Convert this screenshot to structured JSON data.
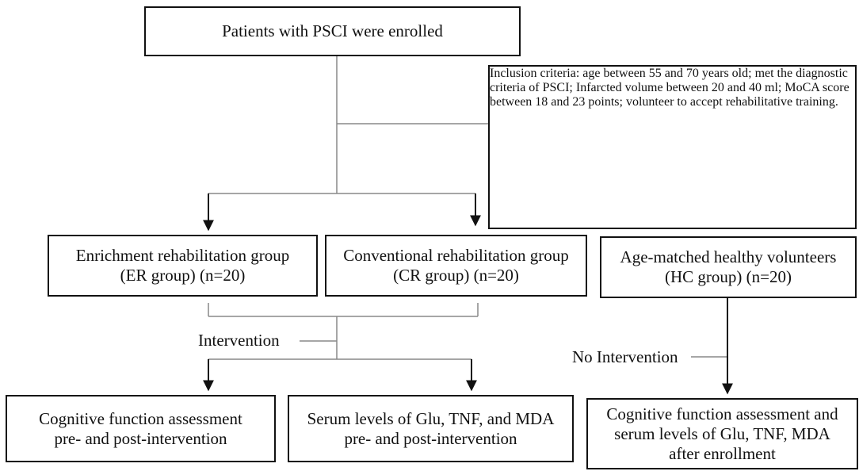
{
  "top_box": {
    "text": "Patients with PSCI were enrolled"
  },
  "criteria": {
    "title": "Inclusion criteria:",
    "items": [
      "age between 55 and 70 years old;",
      "met the diagnostic criteria of PSCI;",
      "Infarcted volume between 20 and 40 ml;",
      "MoCA score between 18 and 23 points;",
      "volunteer to accept rehabilitative training."
    ]
  },
  "groups": {
    "er": {
      "line1": "Enrichment rehabilitation group",
      "line2": "(ER group) (n=20)"
    },
    "cr": {
      "line1": "Conventional rehabilitation group",
      "line2": "(CR group) (n=20)"
    },
    "hc": {
      "line1": "Age-matched healthy volunteers",
      "line2": "(HC group) (n=20)"
    }
  },
  "labels": {
    "intervention": "Intervention",
    "no_intervention": "No Intervention"
  },
  "outcomes": {
    "cognitive": {
      "line1": "Cognitive function assessment",
      "line2": "pre- and post-intervention"
    },
    "serum": {
      "line1": "Serum levels of Glu, TNF, and MDA",
      "line2": "pre- and post-intervention"
    },
    "hc": {
      "line1": "Cognitive function assessment and",
      "line2": "serum levels of Glu, TNF, MDA",
      "line3": "after enrollment"
    }
  }
}
